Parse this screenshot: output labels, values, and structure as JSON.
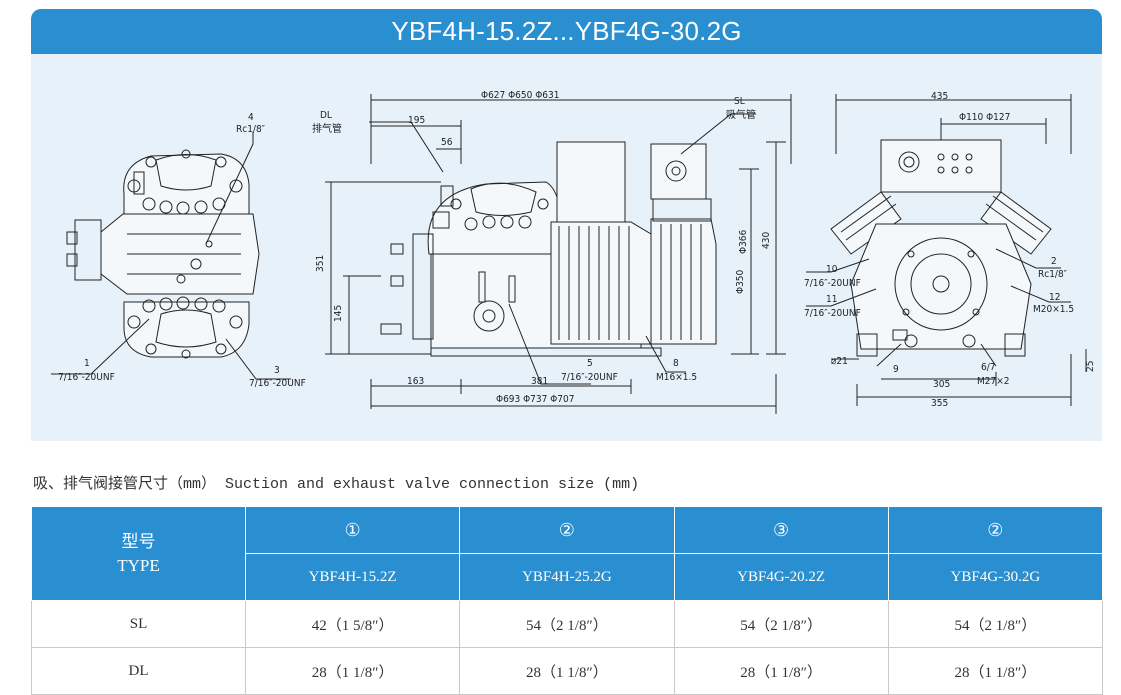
{
  "title": "YBF4H-15.2Z...YBF4G-30.2G",
  "caption": "吸、排气阀接管尺寸（mm） Suction and exhaust valve connection size (mm)",
  "drawing": {
    "left_view": {
      "label_4": "4",
      "label_4_thread": "Rc1/8″",
      "label_1": "1",
      "label_1_thread": "7/16″-20UNF",
      "label_3": "3",
      "label_3_thread": "7/16″-20UNF"
    },
    "front_view": {
      "dl": "DL",
      "dl_cn": "排气管",
      "sl": "SL",
      "sl_cn": "吸气管",
      "dim_top": "Φ627  Φ650  Φ631",
      "dim_195": "195",
      "dim_56": "56",
      "dim_351": "351",
      "dim_145": "145",
      "dim_366": "Φ366",
      "dim_350": "Φ350",
      "dim_430": "430",
      "dim_163": "163",
      "dim_381": "381",
      "dim_bottom": "Φ693  Φ737  Φ707",
      "label_5": "5",
      "label_5_thread": "7/16″-20UNF",
      "label_8": "8",
      "label_8_thread": "M16×1.5"
    },
    "side_view": {
      "dim_435": "435",
      "dim_110_127": "Φ110  Φ127",
      "label_10": "10",
      "label_10_thread": "7/16″-20UNF",
      "label_11": "11",
      "label_11_thread": "7/16″-20UNF",
      "label_2": "2",
      "label_2_thread": "Rc1/8″",
      "label_12": "12",
      "label_12_thread": "M20×1.5",
      "dim_21": "⌀21",
      "label_9": "9",
      "label_67": "6/7",
      "label_m27": "M27×2",
      "dim_25": "25",
      "dim_305": "305",
      "dim_355": "355"
    }
  },
  "table": {
    "type_cn": "型号",
    "type_en": "TYPE",
    "columns": [
      {
        "num": "①",
        "model": "YBF4H-15.2Z"
      },
      {
        "num": "②",
        "model": "YBF4H-25.2G"
      },
      {
        "num": "③",
        "model": "YBF4G-20.2Z"
      },
      {
        "num": "②",
        "model": "YBF4G-30.2G"
      }
    ],
    "rows": [
      {
        "label": "SL",
        "values": [
          "42（1 5/8″）",
          "54（2 1/8″）",
          "54（2 1/8″）",
          "54（2 1/8″）"
        ]
      },
      {
        "label": "DL",
        "values": [
          "28（1 1/8″）",
          "28（1 1/8″）",
          "28（1 1/8″）",
          "28（1 1/8″）"
        ]
      }
    ]
  },
  "colors": {
    "accent": "#2a8fd0",
    "panel": "#e6f1fa"
  }
}
